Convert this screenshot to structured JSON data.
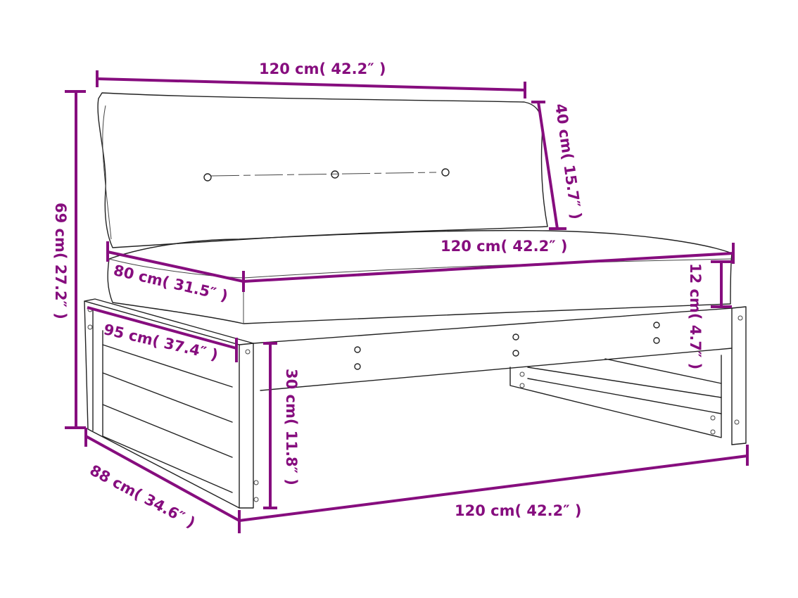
{
  "diagram": {
    "subject": "garden armless middle sofa with cushions",
    "dimension_color": "#860d7e",
    "line_color": "#222222",
    "labels": {
      "backrest_width": "120 cm( 42.2″ )",
      "backrest_height": "40 cm( 15.7″ )",
      "total_height": "69 cm( 27.2″ )",
      "seat_width": "120 cm( 42.2″ )",
      "seat_depth": "80 cm( 31.5″ )",
      "seat_cushion_height": "12 cm( 4.7″ )",
      "frame_depth": "95 cm( 37.4″ )",
      "seat_height": "30 cm( 11.8″ )",
      "total_depth": "88 cm( 34.6″ )",
      "total_width": "120 cm( 42.2″ )"
    }
  }
}
